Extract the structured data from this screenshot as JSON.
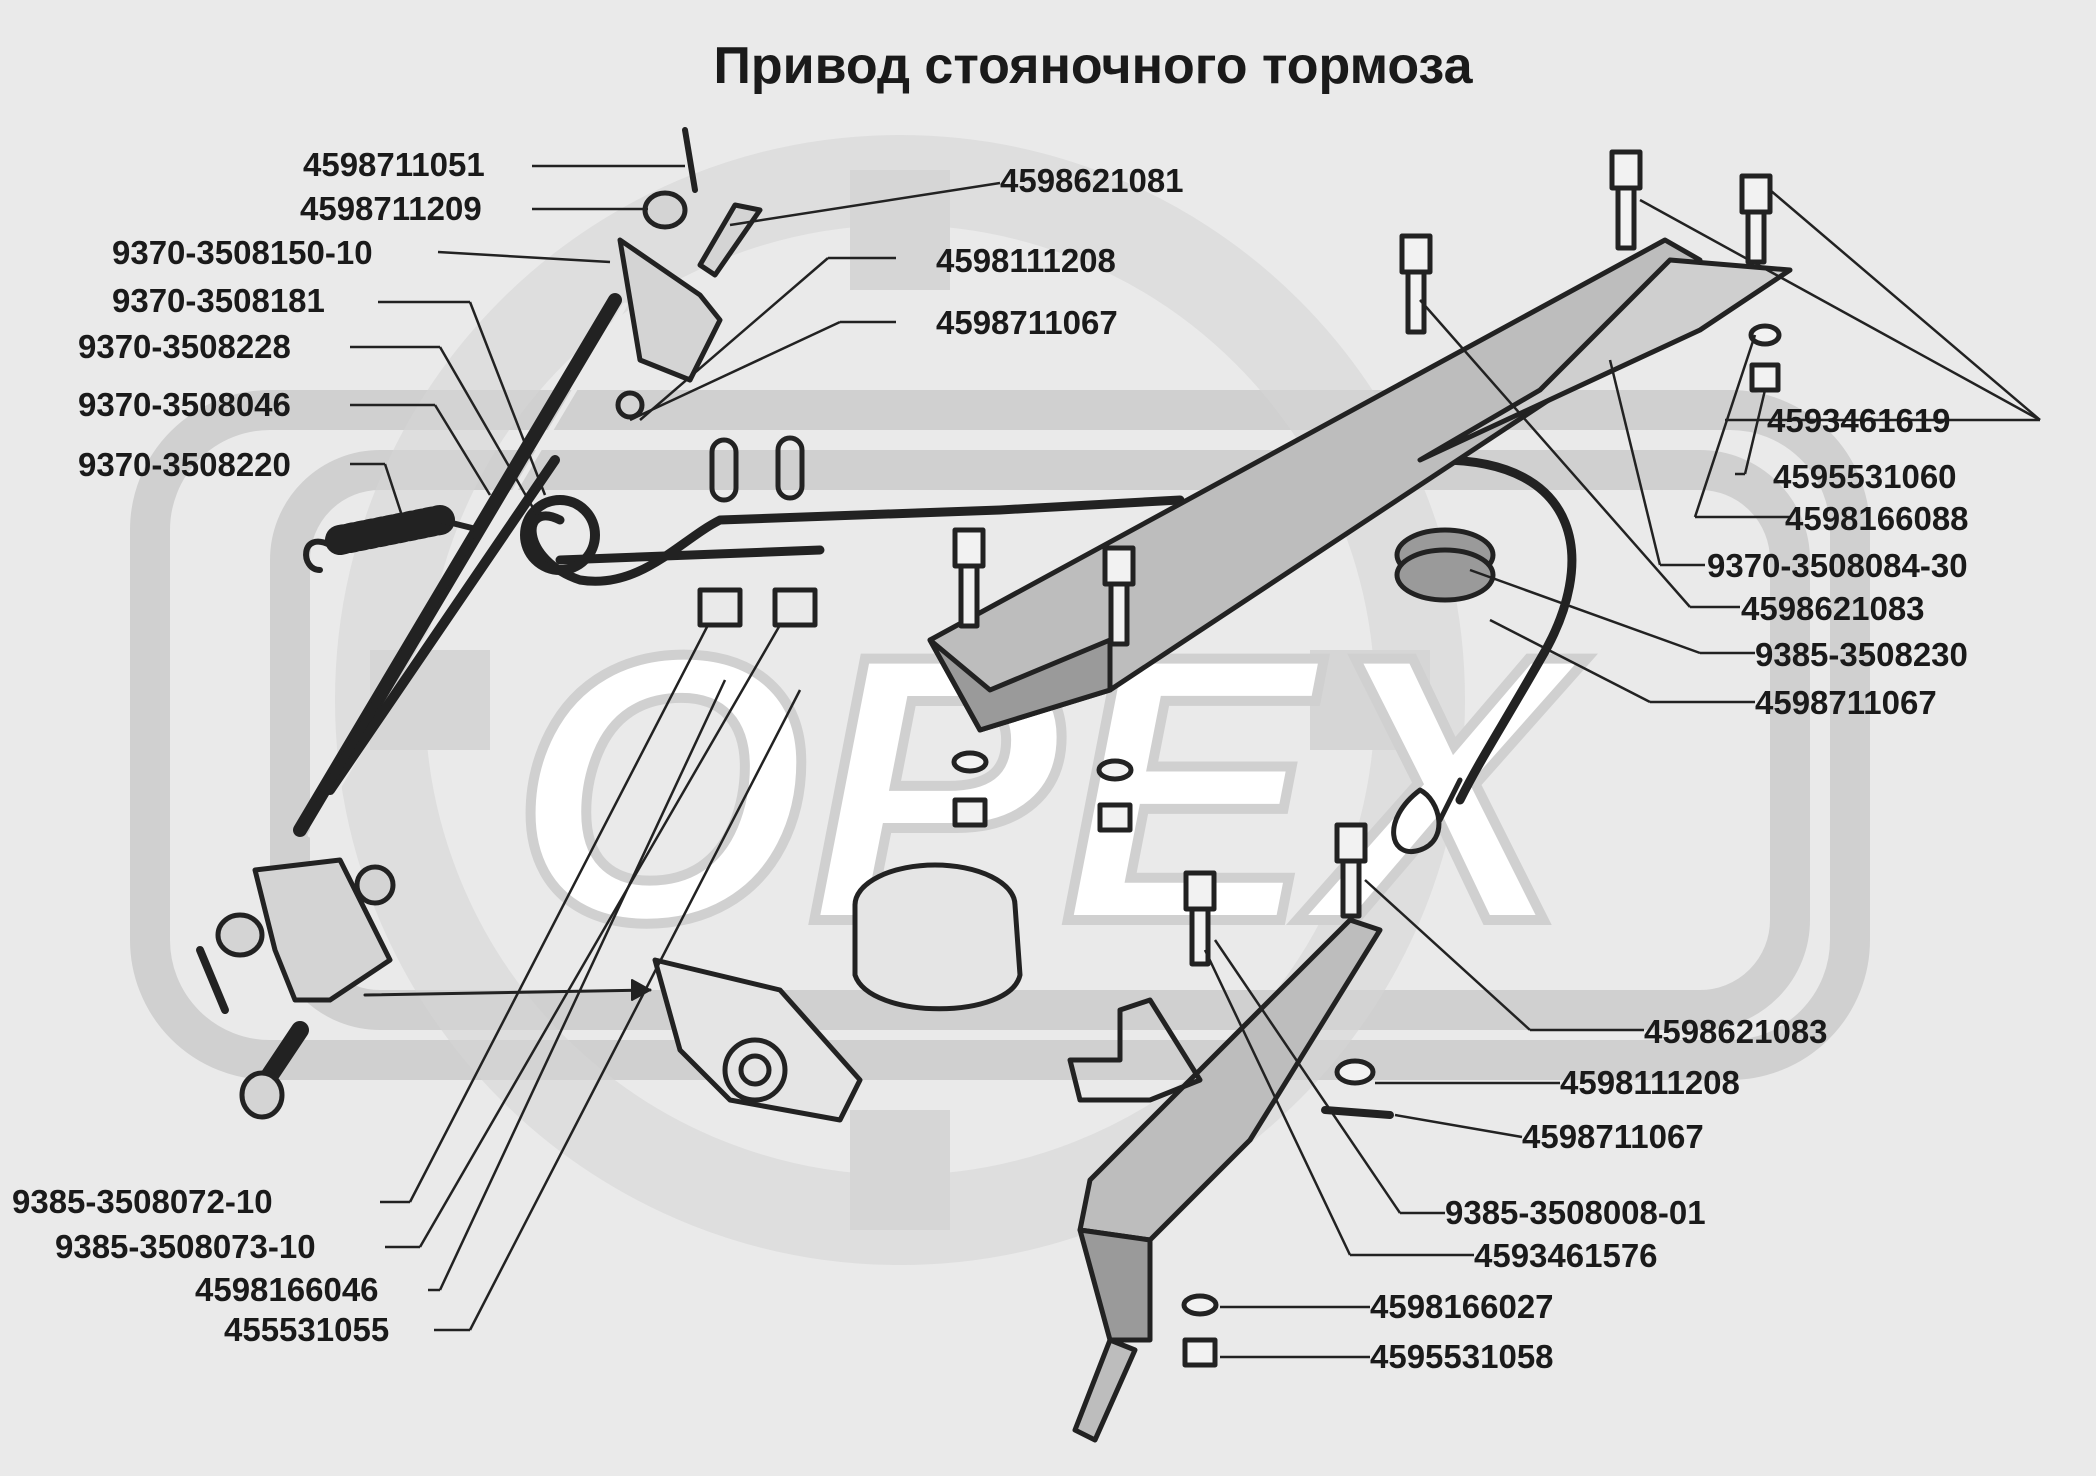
{
  "title": "Привод стояночного тормоза",
  "watermark": "OPEX",
  "colors": {
    "background": "#eaeaea",
    "ink": "#1a1a1a",
    "watermark": "#d0d0d0"
  },
  "labels": {
    "l1": "4598711051",
    "l2": "4598711209",
    "l3": "9370-3508150-10",
    "l4": "9370-3508181",
    "l5": "9370-3508228",
    "l6": "9370-3508046",
    "l7": "9370-3508220",
    "l8": "9385-3508072-10",
    "l9": "9385-3508073-10",
    "l10": "4598166046",
    "l11": "455531055",
    "m1": "4598621081",
    "m2": "4598111208",
    "m3": "4598711067",
    "r1": "4593461619",
    "r2": "4595531060",
    "r3": "4598166088",
    "r4": "9370-3508084-30",
    "r5": "4598621083",
    "r6": "9385-3508230",
    "r7": "4598711067",
    "r8": "4598621083",
    "r9": "4598111208",
    "r10": "4598711067",
    "r11": "9385-3508008-01",
    "r12": "4593461576",
    "r13": "4598166027",
    "r14": "4595531058"
  }
}
